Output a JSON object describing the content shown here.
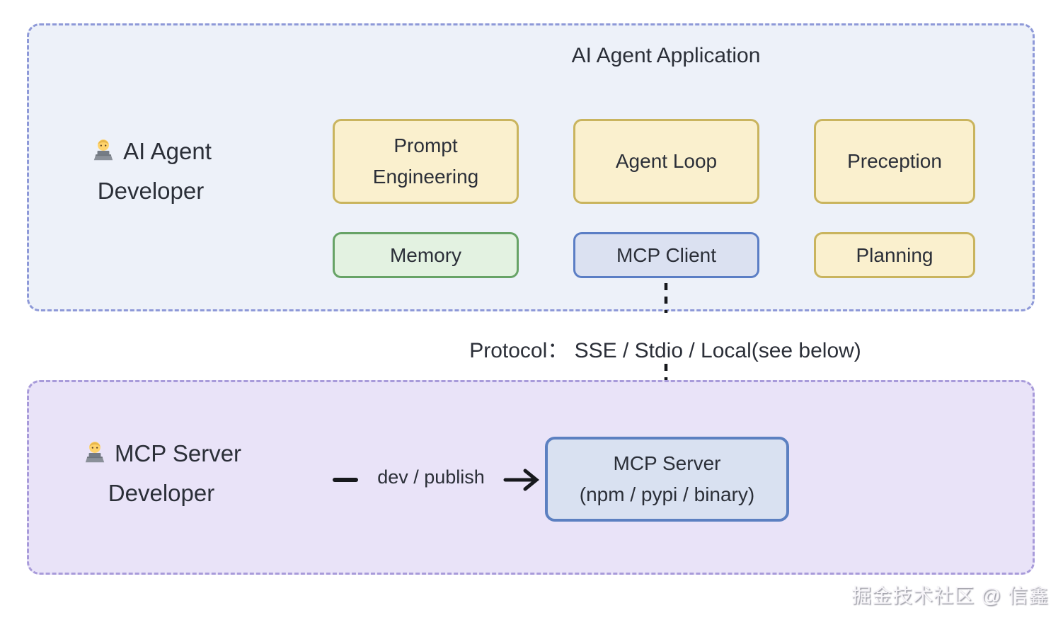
{
  "agent_app": {
    "title": "AI Agent Application",
    "developer": {
      "emoji_icon": "technologist-emoji",
      "lines": [
        "AI Agent",
        "Developer"
      ]
    },
    "nodes": {
      "prompt_engineering": {
        "lines": [
          "Prompt",
          "Engineering"
        ],
        "style": "yellow"
      },
      "agent_loop": {
        "label": "Agent Loop",
        "style": "yellow"
      },
      "preception": {
        "label": "Preception",
        "style": "yellow"
      },
      "memory": {
        "label": "Memory",
        "style": "green"
      },
      "mcp_client": {
        "label": "MCP Client",
        "style": "blue"
      },
      "planning": {
        "label": "Planning",
        "style": "yellow"
      }
    }
  },
  "protocol": {
    "label": "Protocol：  SSE / Stdio / Local(see below)"
  },
  "server_section": {
    "developer": {
      "emoji_icon": "technologist-emoji",
      "lines": [
        "MCP Server",
        "Developer"
      ]
    },
    "edge_label": "dev / publish",
    "server_node": {
      "lines": [
        "MCP Server",
        "(npm / pypi / binary)"
      ]
    }
  },
  "watermark": "掘金技术社区 @ 信鑫",
  "colors": {
    "agent_app_bg": "#EDF1F9",
    "agent_app_border": "#8E99D8",
    "server_section_bg": "#E9E3F8",
    "server_section_border": "#A89BDA",
    "yellow_fill": "#FAF0CE",
    "yellow_border": "#C9B45E",
    "green_fill": "#E3F2E1",
    "green_border": "#67A366",
    "blue_fill": "#DBE1F1",
    "blue_border": "#5B7EC5",
    "server_node_fill": "#D9E1F1",
    "server_node_border": "#5C80C1",
    "text_color": "#2B2F38",
    "arrow_color": "#17191D"
  }
}
